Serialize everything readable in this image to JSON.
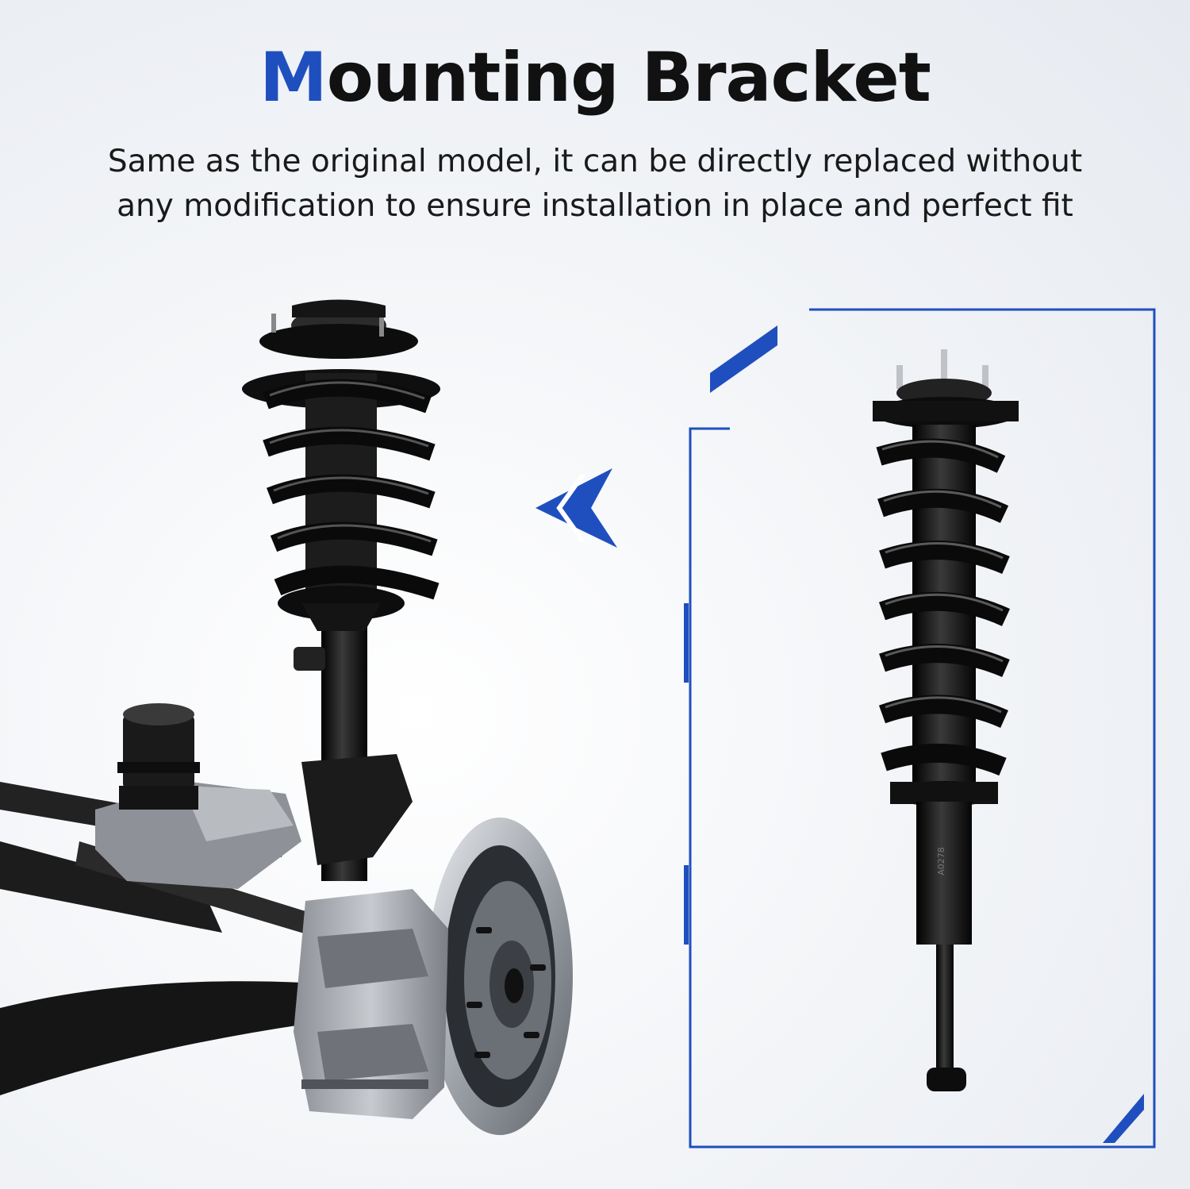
{
  "heading": {
    "first_letter": "M",
    "rest": "ounting Bracket"
  },
  "description_line1": "Same as the original model, it can be directly replaced without",
  "description_line2": "any modification to ensure installation in place and perfect fit",
  "part_marking": "A0278",
  "colors": {
    "accent_blue": "#1f4fbf",
    "part_black": "#111111",
    "metal_gray": "#9a9ea4"
  }
}
